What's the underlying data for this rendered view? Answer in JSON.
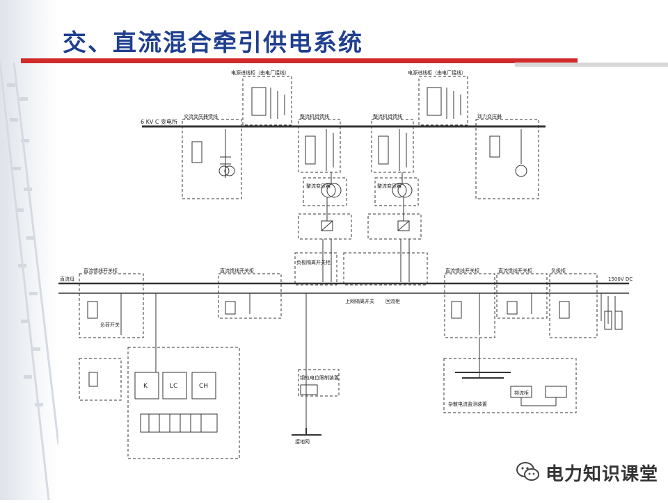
{
  "slide": {
    "title": "交、直流混合牵引供电系统",
    "accent_color": "#d22a2a",
    "title_color": "#1f3f8f"
  },
  "diagram": {
    "bus_labels": {
      "ac_bus": "6 KV C 变电所",
      "dc_bus": "直流母",
      "dc_bus_right": "1500V DC"
    },
    "top_boxes": [
      "电源进线柜（由电厂接线）",
      "电源进线柜（由电厂接线）"
    ],
    "ac_feeders": [
      "交流变压器馈线",
      "整流机组馈线",
      "整流机组馈线",
      "动力变压器"
    ],
    "rectifier_labels": [
      "整流变压器",
      "整流变压器"
    ],
    "dc_feeders": [
      "直流馈线开关柜",
      "直流馈线开关柜",
      "直流馈线开关柜",
      "直流馈线开关柜",
      "负极柜"
    ],
    "mid_labels": [
      "负极隔离开关柜",
      "上网隔离开关",
      "回流柜"
    ],
    "bottom_labels": {
      "left_block": "负荷开关",
      "k": "K",
      "lc": "LC",
      "ch": "CH",
      "center": "钢轨电位限制装置",
      "ground": "接地网",
      "right_block": "排流柜",
      "right_block_sub": "杂散电流监测装置"
    }
  },
  "watermark": {
    "text": "电力知识课堂",
    "icon": "wechat-icon"
  }
}
